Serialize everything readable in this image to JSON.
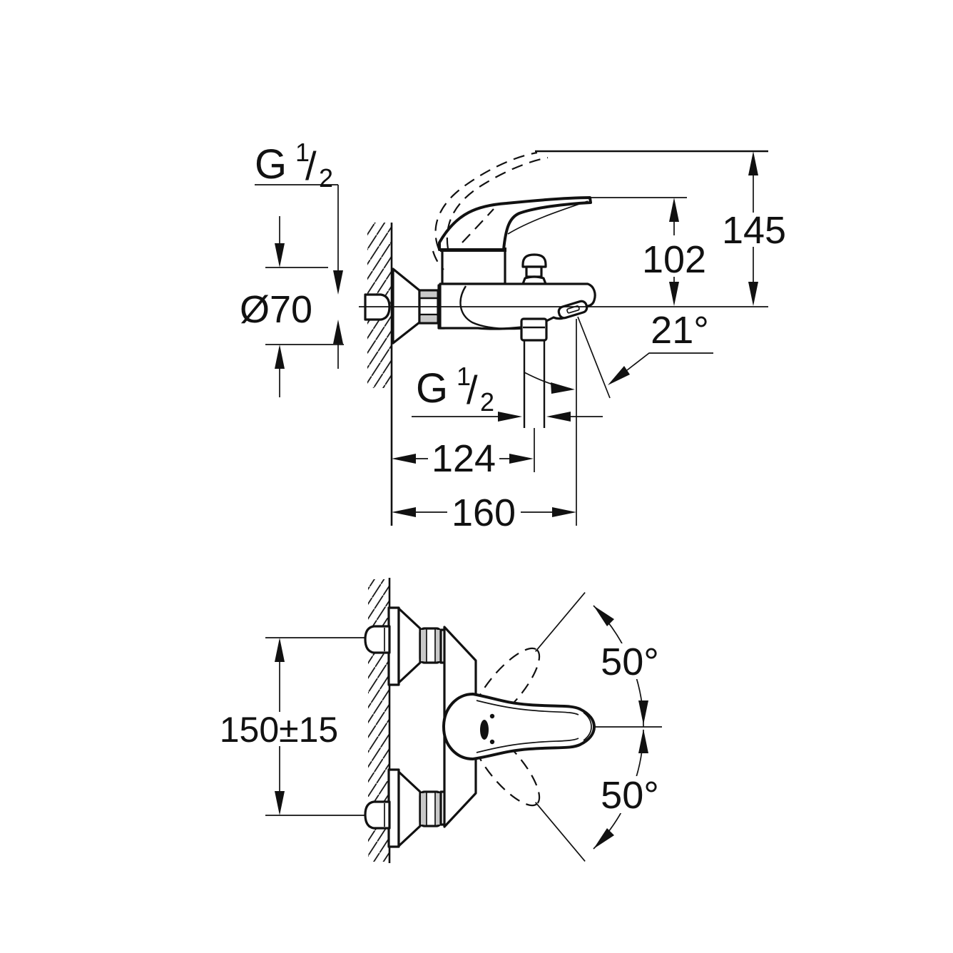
{
  "meta": {
    "kind": "technical installation drawing",
    "subject": "wall-mounted single-lever bath/shower mixer",
    "views": [
      "side elevation",
      "plan view"
    ]
  },
  "colors": {
    "ink": "#111111",
    "paper": "#ffffff",
    "shade": "#c8c8c8"
  },
  "labels": {
    "wall_thread": {
      "base": "G",
      "sup": "1",
      "slash": "/",
      "sub": "2"
    },
    "flange_diameter": "Ø70",
    "handle_height": "102",
    "overall_height": "145",
    "spout_angle": "21°",
    "hose_thread": {
      "base": "G",
      "sup": "1",
      "slash": "/",
      "sub": "2"
    },
    "hose_center_from_wall": "124",
    "spout_reach_from_wall": "160",
    "connection_centers": "150±15",
    "swivel_up": "50°",
    "swivel_down": "50°"
  }
}
